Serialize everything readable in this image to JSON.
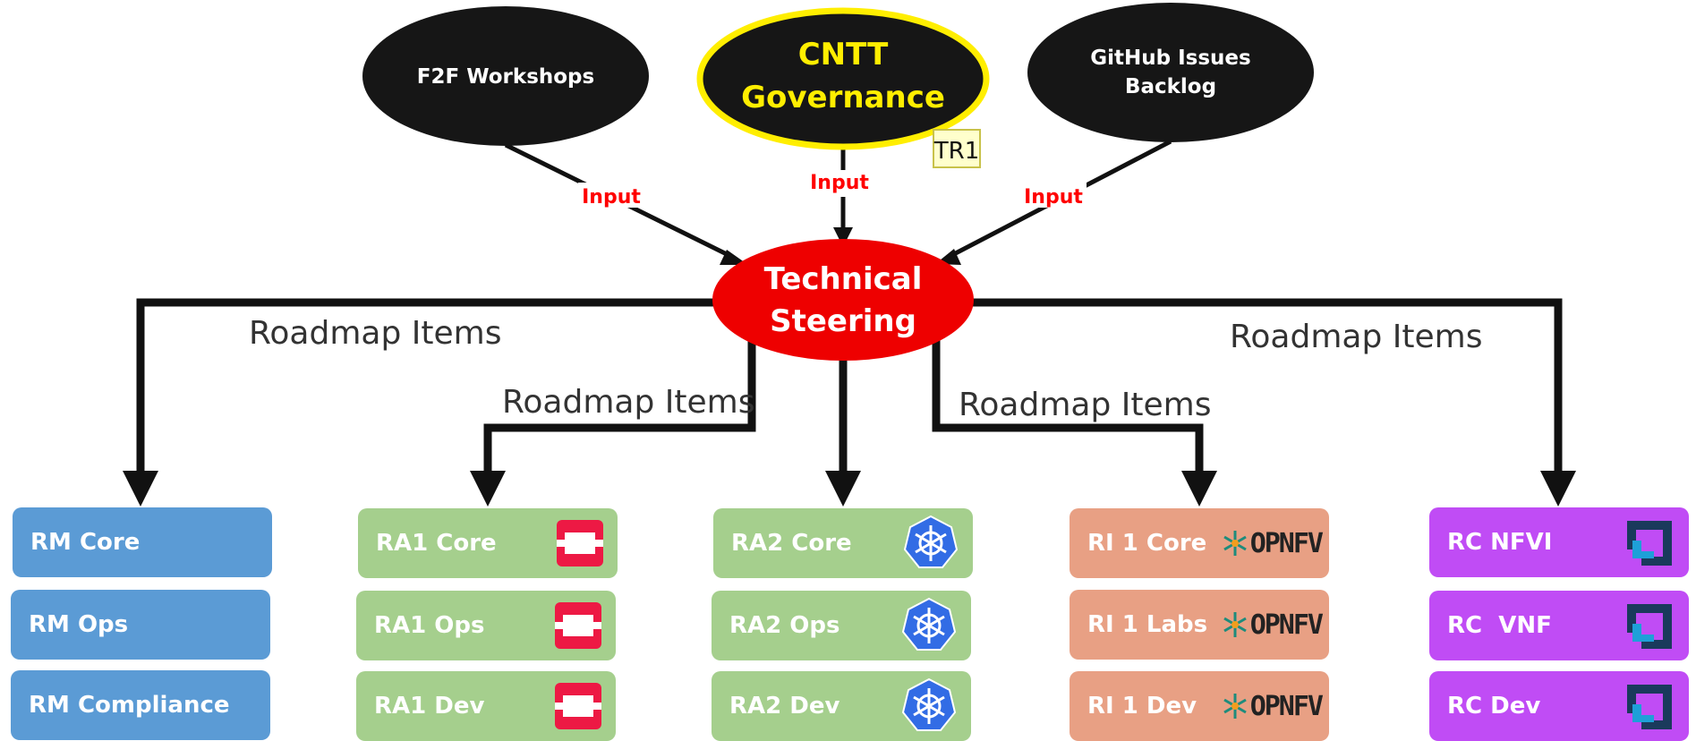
{
  "colors": {
    "rm": "#5b9bd5",
    "ra": "#a5cf8d",
    "ri": "#e8a084",
    "rc": "#c04cf5",
    "steering": "#ee0000",
    "governance_outline": "#ffee00",
    "input_text": "#ff0000"
  },
  "top_nodes": {
    "f2f": "F2F Workshops",
    "governance_line1": "CNTT",
    "governance_line2": "Governance",
    "github_line1": "GitHub Issues",
    "github_line2": "Backlog",
    "tag": "TR1"
  },
  "input_labels": [
    "Input",
    "Input",
    "Input"
  ],
  "steering": {
    "line1": "Technical",
    "line2": "Steering"
  },
  "roadmap_labels": [
    "Roadmap Items",
    "Roadmap Items",
    "Roadmap Items",
    "Roadmap Items"
  ],
  "columns": {
    "rm": {
      "items": [
        "RM Core",
        "RM Ops",
        "RM Compliance"
      ],
      "icon": "none"
    },
    "ra1": {
      "items": [
        "RA1 Core",
        "RA1 Ops",
        "RA1 Dev"
      ],
      "icon": "openstack-icon"
    },
    "ra2": {
      "items": [
        "RA2 Core",
        "RA2 Ops",
        "RA2 Dev"
      ],
      "icon": "kubernetes-icon"
    },
    "ri1": {
      "items": [
        "RI 1 Core",
        "RI 1 Labs",
        "RI 1 Dev"
      ],
      "icon": "opnfv-logo",
      "logo_text": "OPNFV"
    },
    "rc": {
      "items": [
        "RC NFVI",
        "RC  VNF",
        "RC Dev"
      ],
      "icon": "rc-bracket-icon"
    }
  }
}
